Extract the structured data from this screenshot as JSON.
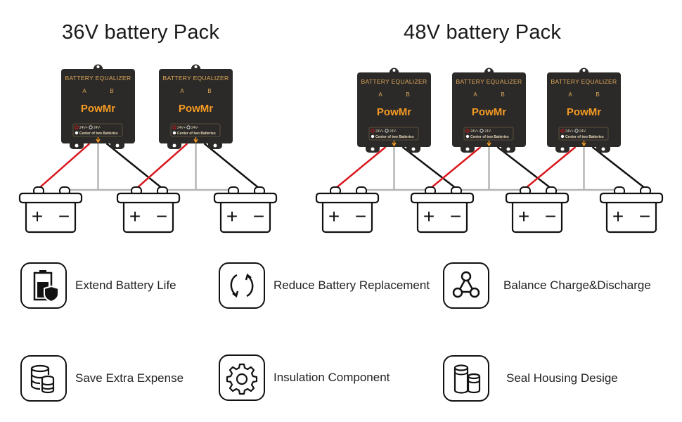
{
  "titles": {
    "left": "36V battery Pack",
    "right": "48V battery Pack"
  },
  "module": {
    "header": "BATTERY EQUALIZER",
    "terminal_a": "A",
    "terminal_b": "B",
    "brand": "PowMr",
    "legend_pos": "24V+",
    "legend_neg": "24V-",
    "legend_center": "Center of two Batteries"
  },
  "battery": {
    "plus": "+",
    "minus": "−"
  },
  "packs": [
    {
      "name": "36V battery Pack",
      "equalizers": 2,
      "batteries": 3
    },
    {
      "name": "48V battery Pack",
      "equalizers": 3,
      "batteries": 4
    }
  ],
  "colors": {
    "module_body": "#2b2a28",
    "module_text": "#e0a85a",
    "brand": "#f59a23",
    "wire_positive": "#d9161c",
    "wire_negative": "#111111",
    "wire_center": "#b5b5b5"
  },
  "features": [
    {
      "label": "Extend Battery Life",
      "icon": "battery-shield-icon"
    },
    {
      "label": "Reduce Battery Replacement",
      "icon": "refresh-cycle-icon"
    },
    {
      "label": "Balance Charge&Discharge",
      "icon": "balance-nodes-icon"
    },
    {
      "label": "Save Extra Expense",
      "icon": "coin-stack-icon"
    },
    {
      "label": "Insulation Component",
      "icon": "gear-icon"
    },
    {
      "label": "Seal Housing Desige",
      "icon": "cylinders-icon"
    }
  ]
}
